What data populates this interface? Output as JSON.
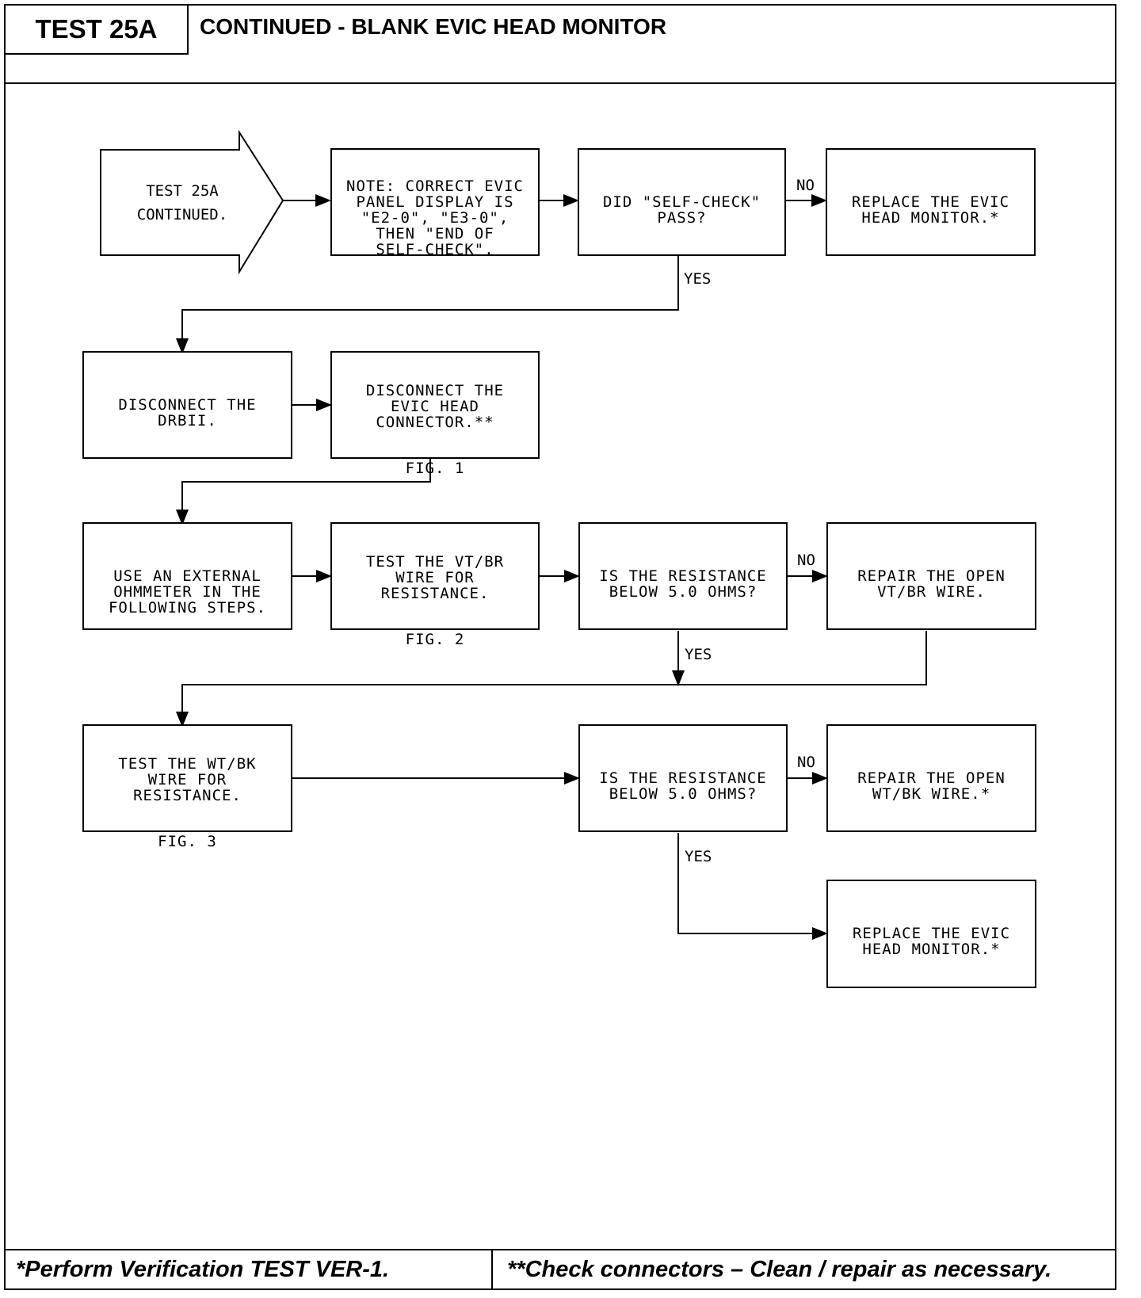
{
  "header": {
    "test_label": "TEST 25A",
    "title": "CONTINUED - BLANK EVIC HEAD MONITOR"
  },
  "flowchart": {
    "start": "TEST 25A\nCONTINUED.",
    "note": "NOTE: CORRECT EVIC\nPANEL DISPLAY IS\n\"E2-0\", \"E3-0\",\nTHEN \"END OF\nSELF-CHECK\".",
    "q1": "DID \"SELF-CHECK\"\nPASS?",
    "replace1": "REPLACE THE EVIC\nHEAD MONITOR.*",
    "disconnect_drb": "DISCONNECT THE\nDRBII.",
    "disconnect_evic": "DISCONNECT THE\nEVIC HEAD\nCONNECTOR.**",
    "fig1": "FIG. 1",
    "use_ohm": "USE AN EXTERNAL\nOHMMETER IN THE\nFOLLOWING STEPS.",
    "test_vtbr": "TEST THE VT/BR\nWIRE FOR\nRESISTANCE.",
    "fig2": "FIG. 2",
    "q2": "IS THE RESISTANCE\nBELOW 5.0 OHMS?",
    "repair_vtbr": "REPAIR THE OPEN\nVT/BR WIRE.",
    "test_wtbk": "TEST THE WT/BK\nWIRE FOR\nRESISTANCE.",
    "fig3": "FIG. 3",
    "q3": "IS THE RESISTANCE\nBELOW 5.0 OHMS?",
    "repair_wtbk": "REPAIR THE OPEN\nWT/BK WIRE.*",
    "replace2": "REPLACE THE EVIC\nHEAD MONITOR.*",
    "labels": {
      "no1": "NO",
      "yes1": "YES",
      "no2": "NO",
      "yes2": "YES",
      "no3": "NO",
      "yes3": "YES"
    }
  },
  "footer": {
    "left": "*Perform Verification TEST VER-1.",
    "right": "**Check connectors – Clean / repair as necessary."
  }
}
